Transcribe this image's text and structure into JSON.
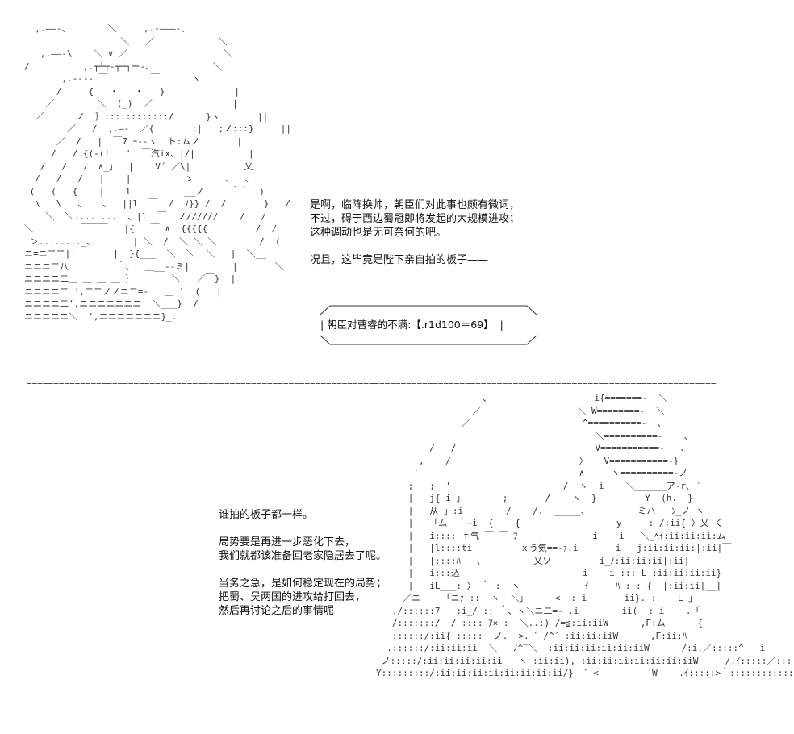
{
  "top_panel": {
    "lines": [
      "是啊，临阵换帅，朝臣们对此事也颇有微词，",
      "不过，碍于西边蜀冠即将发起的大规模进攻；",
      "这种调动也是无可奈何的吧。",
      "",
      "况且，这毕竟是陛下亲自拍的板子——"
    ],
    "box_text": "| 朝臣对曹睿的不满:【.r1d100＝69】  |"
  },
  "divider": "=======================================================================================================================================",
  "bottom_panel": {
    "lines": [
      "谁拍的板子都一样。",
      "",
      "局势要是再进一步恶化下去，",
      "我们就都该准备回老家隐居去了呢。",
      "",
      "当务之急，是如何稳定现在的局势；",
      "把蜀、吴两国的进攻给打回去，",
      "然后再讨论之后的事情呢——"
    ]
  }
}
